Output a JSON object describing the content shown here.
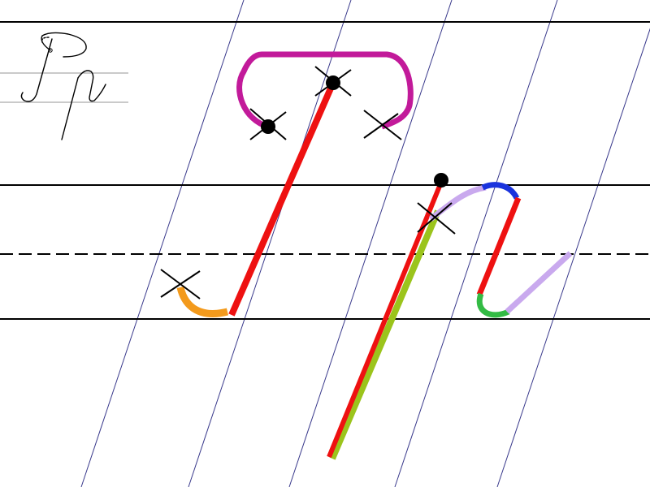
{
  "worksheet": {
    "sample_letters": "Pp"
  },
  "colors": {
    "ruling_line": "#000000",
    "slant_guide": "#3a3a8c",
    "main_stroke": "#ee1111",
    "top_loop": "#c21a9a",
    "bottom_hook": "#f39a1c",
    "descender_overlay": "#9bc41c",
    "lowercase_arch_start": "#c9a9ee",
    "lowercase_arch_top": "#1a33dd",
    "lowercase_bottom_curve": "#33bb44",
    "lowercase_exit": "#c9a9ee",
    "start_dot": "#000000",
    "cross_mark": "#000000"
  },
  "strokes": {
    "uppercase": [
      "main_stroke",
      "top_loop",
      "bottom_hook"
    ],
    "lowercase": [
      "main_stroke",
      "descender_overlay",
      "lowercase_arch_start",
      "lowercase_arch_top",
      "lowercase_bottom_curve",
      "lowercase_exit"
    ]
  }
}
